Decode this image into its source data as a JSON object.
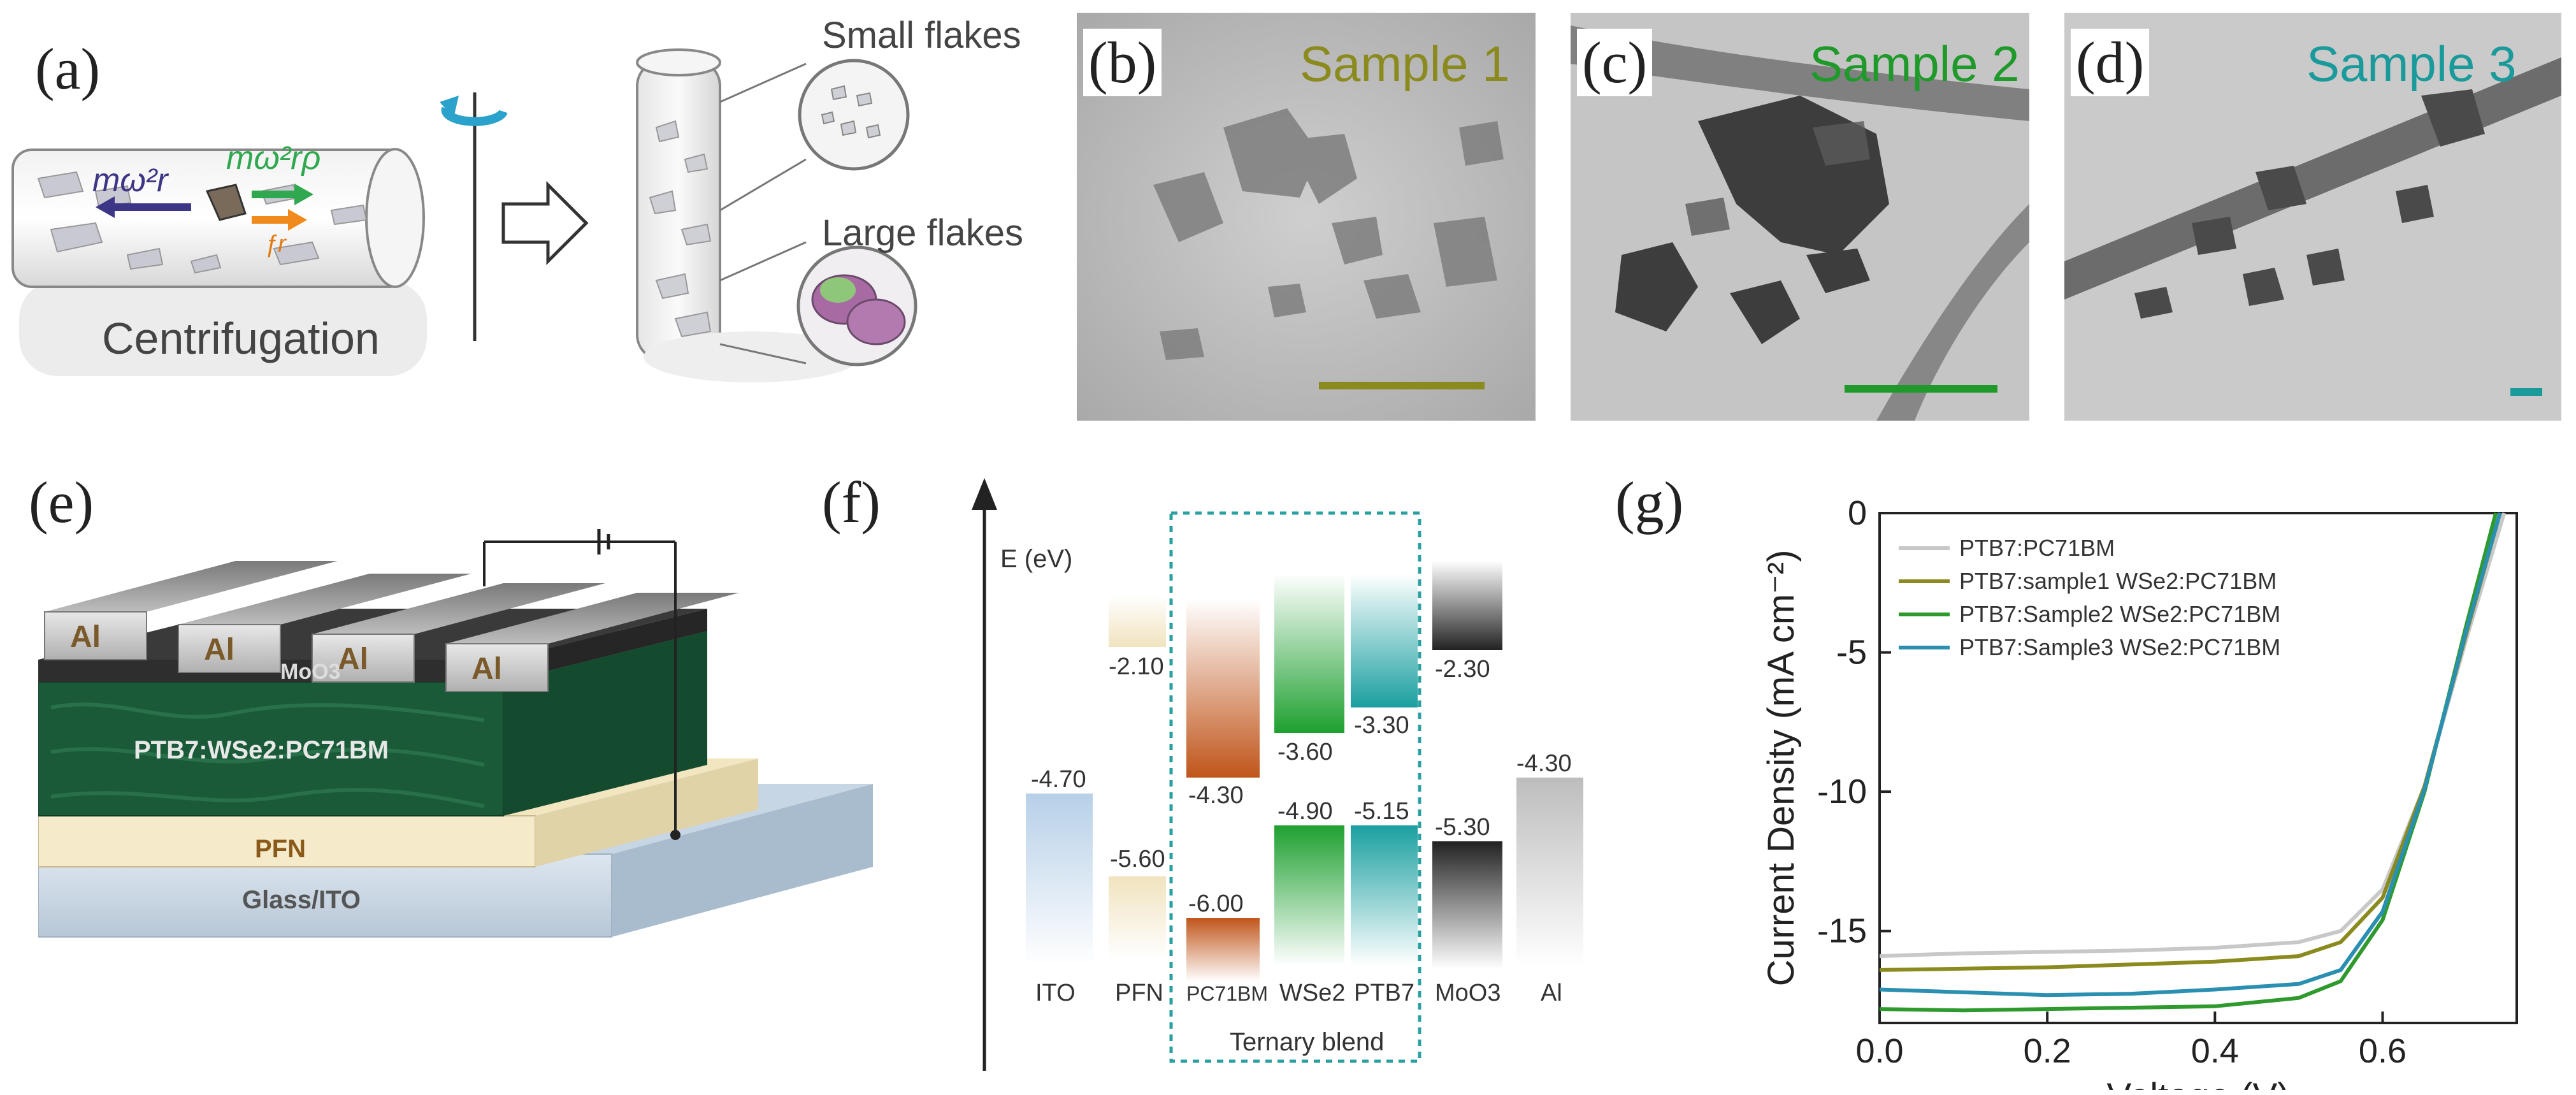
{
  "panels": {
    "a": {
      "label": "(a)",
      "force1": "mω²r",
      "force2": "mω²rρ",
      "caption": "Centrifugation",
      "small": "Small flakes",
      "large": "Large flakes"
    },
    "b": {
      "label": "(b)",
      "title": "Sample 1",
      "color": "#8a8a1e"
    },
    "c": {
      "label": "(c)",
      "title": "Sample 2",
      "color": "#1f9a2a"
    },
    "d": {
      "label": "(d)",
      "title": "Sample 3",
      "color": "#1a9a9a"
    },
    "e": {
      "label": "(e)",
      "electrodes": [
        "Al",
        "Al",
        "Al",
        "Al"
      ],
      "moo3": "MoO3",
      "active": "PTB7:WSe2:PC71BM",
      "pfn": "PFN",
      "substrate": "Glass/ITO"
    },
    "f": {
      "label": "(f)",
      "axis": "E (eV)",
      "group": "Ternary blend",
      "materials": [
        {
          "name": "ITO",
          "top": "-4.70",
          "bottom": ""
        },
        {
          "name": "PFN",
          "top": "-2.10",
          "bottom": "-5.60"
        },
        {
          "name": "PC71BM",
          "top": "-4.30",
          "bottom": "-6.00"
        },
        {
          "name": "WSe2",
          "top": "-3.60",
          "bottom": "-4.90"
        },
        {
          "name": "PTB7",
          "top": "-3.30",
          "bottom": "-5.15"
        },
        {
          "name": "MoO3",
          "top": "-2.30",
          "bottom": "-5.30"
        },
        {
          "name": "Al",
          "top": "-4.30",
          "bottom": ""
        }
      ]
    },
    "g": {
      "label": "(g)"
    }
  },
  "chart_data": {
    "type": "line",
    "xlabel": "Voltage (V)",
    "ylabel": "Current Density (mA cm⁻²)",
    "xlim": [
      0.0,
      0.76
    ],
    "ylim": [
      -18.3,
      0
    ],
    "xticks": [
      "0.0",
      "0.2",
      "0.4",
      "0.6"
    ],
    "yticks": [
      "0",
      "-5",
      "-10",
      "-15"
    ],
    "legend_position": "top-left",
    "series": [
      {
        "name": "PTB7:PC71BM",
        "color": "#c8c8c8",
        "x": [
          0.0,
          0.1,
          0.2,
          0.3,
          0.4,
          0.5,
          0.55,
          0.6,
          0.65,
          0.7,
          0.745
        ],
        "y": [
          -15.9,
          -15.8,
          -15.75,
          -15.7,
          -15.6,
          -15.4,
          -15.0,
          -13.5,
          -9.8,
          -4.5,
          0
        ]
      },
      {
        "name": "PTB7:sample1 WSe2:PC71BM",
        "color": "#8a8a1e",
        "x": [
          0.0,
          0.1,
          0.2,
          0.3,
          0.4,
          0.5,
          0.55,
          0.6,
          0.65,
          0.7,
          0.74
        ],
        "y": [
          -16.4,
          -16.35,
          -16.3,
          -16.2,
          -16.1,
          -15.9,
          -15.4,
          -13.8,
          -9.8,
          -4.3,
          0
        ]
      },
      {
        "name": "PTB7:Sample2 WSe2:PC71BM",
        "color": "#2e9a2e",
        "x": [
          0.0,
          0.1,
          0.2,
          0.3,
          0.4,
          0.5,
          0.55,
          0.6,
          0.65,
          0.7,
          0.735
        ],
        "y": [
          -17.8,
          -17.85,
          -17.8,
          -17.75,
          -17.7,
          -17.4,
          -16.8,
          -14.6,
          -10.0,
          -4.0,
          0
        ]
      },
      {
        "name": "PTB7:Sample3 WSe2:PC71BM",
        "color": "#2a8fb0",
        "x": [
          0.0,
          0.1,
          0.2,
          0.3,
          0.4,
          0.5,
          0.55,
          0.6,
          0.65,
          0.7,
          0.74
        ],
        "y": [
          -17.1,
          -17.2,
          -17.3,
          -17.25,
          -17.1,
          -16.9,
          -16.4,
          -14.3,
          -9.9,
          -4.2,
          0
        ]
      }
    ]
  }
}
